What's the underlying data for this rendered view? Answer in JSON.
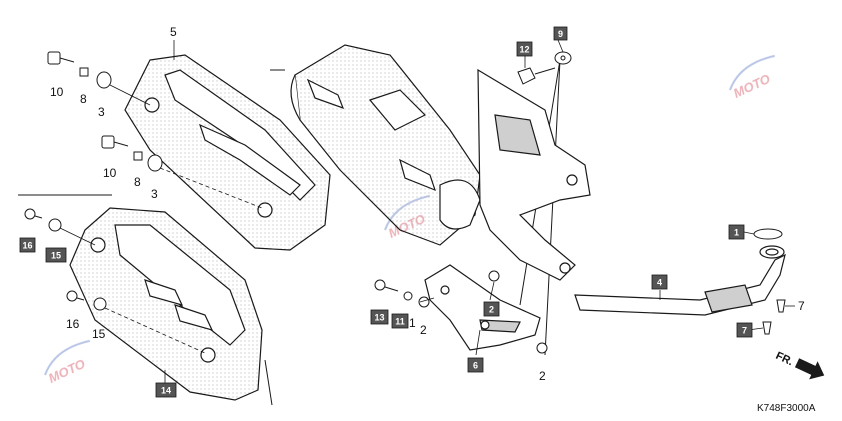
{
  "diagram": {
    "code": "K748F3000A",
    "direction": "FR.",
    "colors": {
      "line": "#1a1a1a",
      "box": "#555555",
      "watermark": "#e8a0a8",
      "watermark2": "#a8b8e0"
    },
    "callouts_plain": [
      {
        "id": "c5",
        "text": "5"
      },
      {
        "id": "c10a",
        "text": "10"
      },
      {
        "id": "c8a",
        "text": "8"
      },
      {
        "id": "c3a",
        "text": "3"
      },
      {
        "id": "c10b",
        "text": "10"
      },
      {
        "id": "c8b",
        "text": "8"
      },
      {
        "id": "c3b",
        "text": "3"
      },
      {
        "id": "c16",
        "text": "16"
      },
      {
        "id": "c15",
        "text": "15"
      },
      {
        "id": "c1",
        "text": "1"
      },
      {
        "id": "c2a",
        "text": "2"
      },
      {
        "id": "c2b",
        "text": "2"
      },
      {
        "id": "c7",
        "text": "7"
      }
    ],
    "callouts_boxed": [
      {
        "id": "b12",
        "text": "12"
      },
      {
        "id": "b9",
        "text": "9"
      },
      {
        "id": "b16",
        "text": "16"
      },
      {
        "id": "b15",
        "text": "15"
      },
      {
        "id": "b1",
        "text": "1"
      },
      {
        "id": "b4",
        "text": "4"
      },
      {
        "id": "b2",
        "text": "2"
      },
      {
        "id": "b13",
        "text": "13"
      },
      {
        "id": "b11",
        "text": "11"
      },
      {
        "id": "b6",
        "text": "6"
      },
      {
        "id": "b7",
        "text": "7"
      },
      {
        "id": "b14",
        "text": "14"
      }
    ]
  }
}
